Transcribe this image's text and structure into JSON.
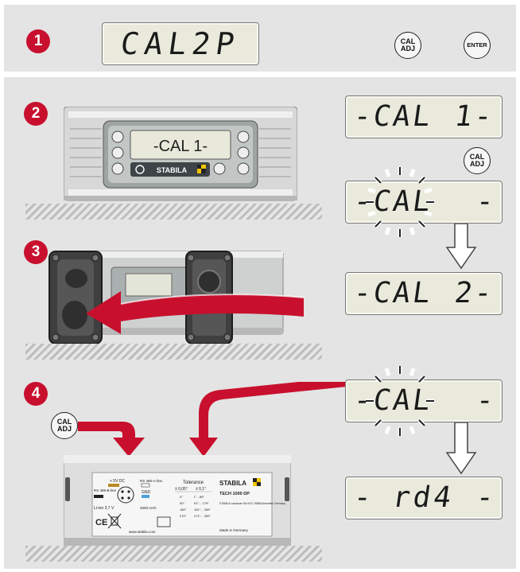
{
  "steps": {
    "s1": {
      "number": "1",
      "display": "CAL2P",
      "buttons": {
        "cal_line1": "CAL",
        "cal_line2": "ADJ",
        "enter": "ENTER"
      }
    },
    "s2": {
      "number": "2",
      "device_display": "-CAL 1-",
      "brand": "STABILA",
      "lcd_a_left": "-CAL",
      "lcd_a_right": "1-",
      "cal_btn_line1": "CAL",
      "cal_btn_line2": "ADJ",
      "lcd_b_left": "-CAL",
      "lcd_b_right": "-"
    },
    "s3": {
      "number": "3",
      "lcd_left": "-CAL",
      "lcd_right": "2-"
    },
    "s4": {
      "number": "4",
      "cal_btn_line1": "CAL",
      "cal_btn_line2": "ADJ",
      "lcd_a_left": "-CAL",
      "lcd_a_right": "-",
      "lcd_b_left": "-",
      "lcd_b_mid": "rd4",
      "lcd_b_right": "-"
    }
  },
  "label": {
    "brand": "STABILA",
    "model": "TECH 1000 DP",
    "tolerance_title": "Tolerance",
    "tol_col1": "± 0,05°",
    "tol_col2": "± 0,1°",
    "tol_rows": [
      [
        "0°",
        "l°... 89°"
      ],
      [
        "90°",
        "91°... 179°"
      ],
      [
        "180°",
        "181°... 269°"
      ],
      [
        "270°",
        "271°... 359°"
      ]
    ],
    "power": "+ 5V DC",
    "rs485_b": "RS 485-B-line",
    "rs485_a": "RS 485-A-line",
    "gnd": "GND",
    "battery": "Li-ion 3,7 V",
    "capacity": "2500 mAh",
    "website": "www.stabila.com",
    "address": "STABILA Landauer Str.45 D-76855 Annweiler Germany",
    "made_in": "Made in Germany"
  },
  "colors": {
    "accent_red": "#c8102e",
    "panel_bg": "#e4e4e4",
    "lcd_bg": "#e9eadc",
    "arrow_white": "#ffffff"
  },
  "icons": [
    "cal-adj-button-icon",
    "enter-button-icon",
    "power-icon",
    "blink-indicator-icon",
    "down-arrow-icon",
    "rotation-arrow-icon",
    "ce-mark-icon",
    "weee-bin-icon"
  ]
}
